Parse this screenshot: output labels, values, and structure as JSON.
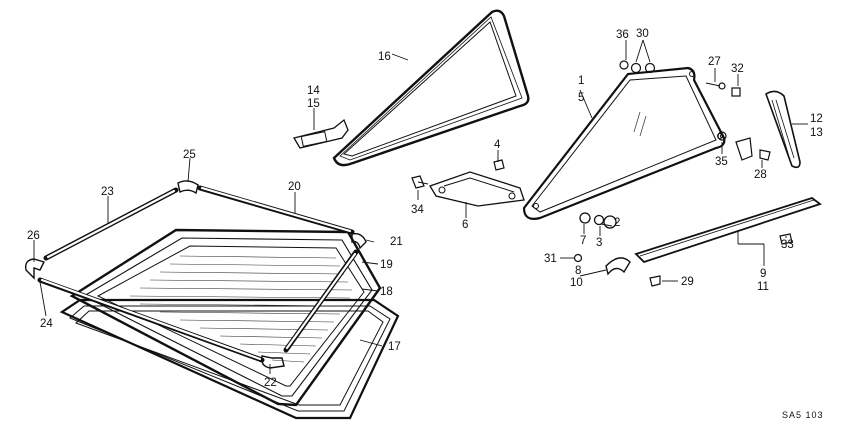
{
  "diagram": {
    "code": "SA5 103",
    "callouts": {
      "c1": "1",
      "c2": "2",
      "c3": "3",
      "c4": "4",
      "c5": "5",
      "c6": "6",
      "c7": "7",
      "c8": "8",
      "c9": "9",
      "c10": "10",
      "c11": "11",
      "c12": "12",
      "c13": "13",
      "c14": "14",
      "c15": "15",
      "c16": "16",
      "c17": "17",
      "c18": "18",
      "c19": "19",
      "c20": "20",
      "c21": "21",
      "c22": "22",
      "c23": "23",
      "c24": "24",
      "c25": "25",
      "c26": "26",
      "c27": "27",
      "c28": "28",
      "c29": "29",
      "c30": "30",
      "c31": "31",
      "c32": "32",
      "c33": "33",
      "c34": "34",
      "c35": "35",
      "c36": "36"
    }
  }
}
